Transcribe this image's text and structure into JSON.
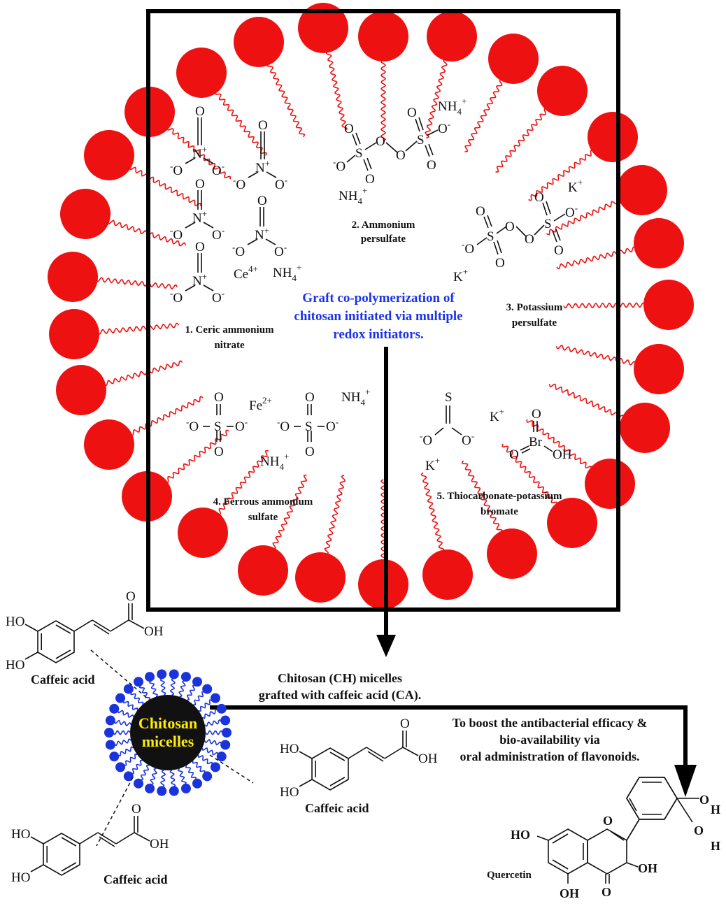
{
  "colors": {
    "micelle_red": "#ee1111",
    "chain_red": "#ee1111",
    "micelle_blue": "#1a33dd",
    "core_black": "#111111",
    "core_text": "#ffee00",
    "title_blue": "#1a33ee",
    "frame": "#000000"
  },
  "initiators": {
    "can": {
      "title_line1": "1. Ceric ammonium",
      "title_line2": "nitrate",
      "ce": "Ce",
      "ce_sup": "4+"
    },
    "aps": {
      "title_line1": "2. Ammonium",
      "title_line2": "persulfate"
    },
    "kps": {
      "title_line1": "3. Potassium",
      "title_line2": "persulfate"
    },
    "fas": {
      "title_line1": "4. Ferrous ammonium",
      "title_line2": "sulfate",
      "fe": "Fe",
      "fe_sup": "2+"
    },
    "tcpb": {
      "title_line1": "5. Thiocarbonate-potassium",
      "title_line2": "bromate"
    }
  },
  "ions": {
    "nh4": "NH",
    "nh4_sub": "4",
    "nh4_sup": "+",
    "k": "K",
    "k_sup": "+",
    "o_minus": "O",
    "minus": "-",
    "n": "N",
    "n_sup": "+",
    "s": "S",
    "o": "O",
    "br": "Br",
    "oh": "OH"
  },
  "graft_title": {
    "line1": "Graft co-polymerization of",
    "line2": "chitosan initiated via multiple",
    "line3": "redox initiators."
  },
  "micelle": {
    "core_line1": "Chitosan",
    "core_line2": "micelles"
  },
  "micelle_caption": {
    "line1": "Chitosan (CH) micelles",
    "line2": "grafted with caffeic acid (CA)."
  },
  "boost_caption": {
    "line1": "To boost the antibacterial efficacy &",
    "line2": "bio-availability via",
    "line3": "oral administration of flavonoids."
  },
  "caffeic": {
    "name": "Caffeic acid",
    "ho": "HO",
    "o": "O",
    "oh": "OH"
  },
  "quercetin": {
    "name": "Quercetin",
    "ho": "HO",
    "o": "O",
    "oh": "OH",
    "o_h": "O",
    "h": "H"
  }
}
